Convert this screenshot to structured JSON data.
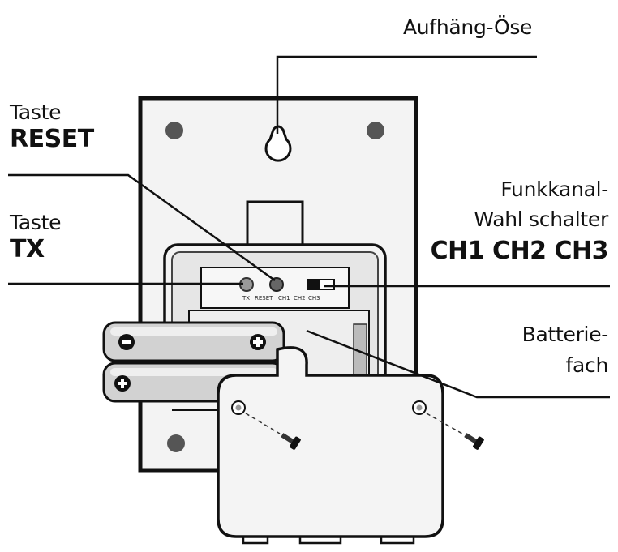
{
  "labels": {
    "hook": "Aufhäng-Öse",
    "reset_line1": "Taste",
    "reset_line2": "RESET",
    "tx_line1": "Taste",
    "tx_line2": "TX",
    "channel_line1": "Funkkanal-",
    "channel_line2": "Wahl schalter",
    "channel_line3": "CH1 CH2 CH3",
    "battery_line1": "Batterie-",
    "battery_line2": "fach"
  },
  "board_text": {
    "tx": "TX",
    "reset": "RESET",
    "ch1": "CH1",
    "ch2": "CH2",
    "ch3": "CH3"
  },
  "colors": {
    "line": "#111111",
    "fill_light": "#f2f2f2",
    "fill_mid": "#cfcfcf",
    "fill_dark": "#555555"
  }
}
